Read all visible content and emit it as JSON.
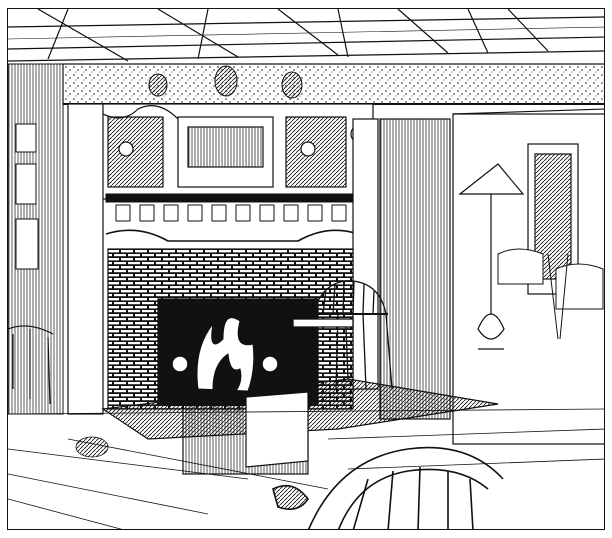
{
  "scene": {
    "style": "pen-and-ink",
    "colors": {
      "ink": "#111111",
      "paper": "#ffffff"
    },
    "elements": [
      "ceiling-beams",
      "plate-rail",
      "china-cabinet",
      "mug-shelf",
      "brick-fireplace",
      "fire",
      "andirons",
      "windsor-chair",
      "side-table",
      "hearth",
      "doorway",
      "floor-lamp",
      "dining-tables",
      "foreground-chair"
    ]
  }
}
